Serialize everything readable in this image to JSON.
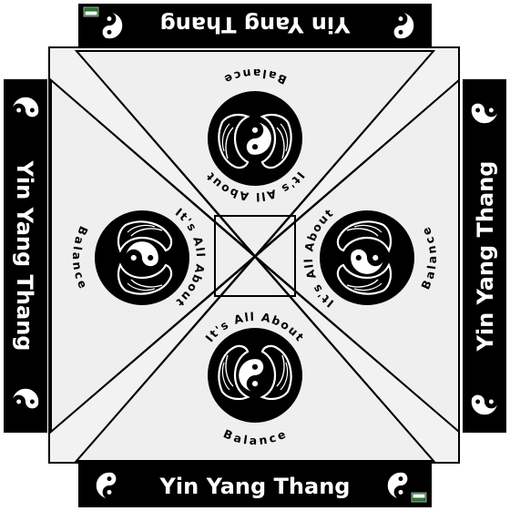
{
  "brand": {
    "title": "Yin Yang Thang",
    "tagline_top": "It's All About",
    "tagline_bottom": "Balance"
  },
  "colors": {
    "ink": "#000000",
    "paper": "#ffffff",
    "panel": "#efefef"
  },
  "icons": {
    "band_symbol": "yin-yang-icon",
    "medallion": "hands-holding-yin-yang-icon",
    "corner_logo": "brand-logo-icon"
  }
}
